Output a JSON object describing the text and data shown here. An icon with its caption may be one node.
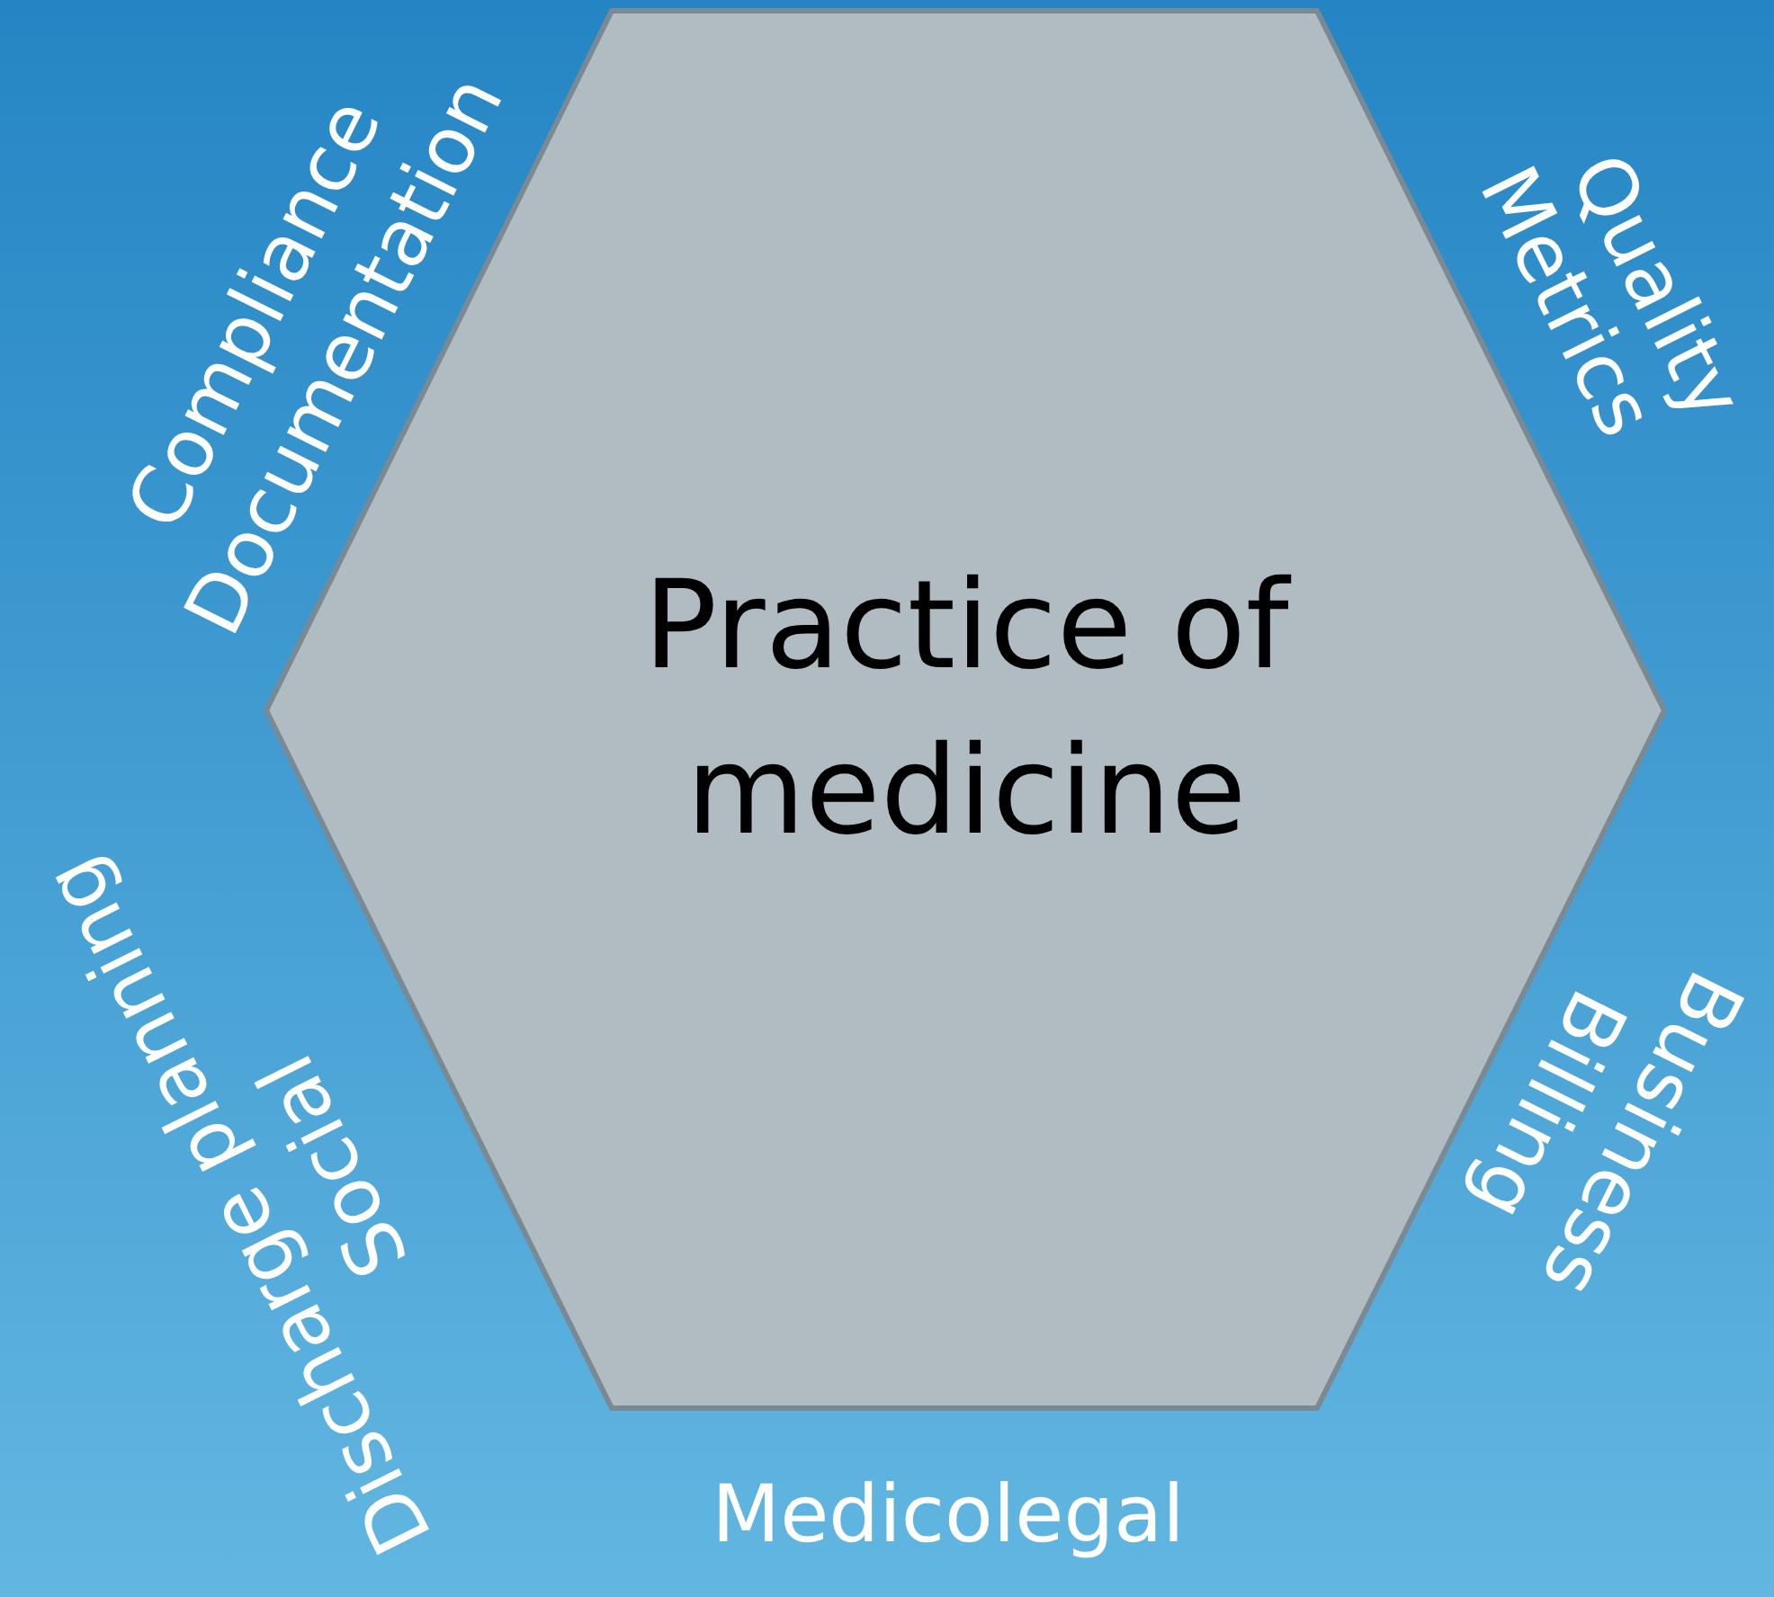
{
  "diagram": {
    "nodes": [
      {
        "text": [
          "Practice of medicine"
        ]
      }
    ],
    "edges": [],
    "labels": [
      "Compliance",
      "Documentation",
      "Quality",
      "Metrics",
      "Business",
      "Billing",
      "Medicolegal",
      "Social",
      "Discharge planning"
    ]
  }
}
